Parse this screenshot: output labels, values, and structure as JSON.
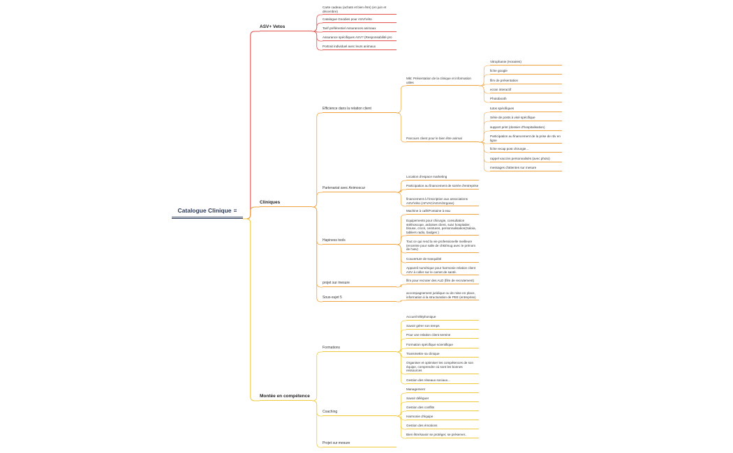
{
  "root": {
    "label": "Catalogue Clinique",
    "icon": "menu-icon"
  },
  "colors": {
    "red": "#e0504c",
    "orange": "#f0a23c",
    "yellow": "#f0c93a",
    "root": "#2c3a5a"
  },
  "branches": [
    {
      "label": "ASV+ Vetos",
      "children": [
        {
          "label": "Carte cadeau (achats et bien être) (en juin et décembre)"
        },
        {
          "label": "Catalogue Goodies pour ASV/Véto"
        },
        {
          "label": "Tarif préférentiel Assurances animaux"
        },
        {
          "label": "Assurance spécifiques ASV? (Responsabilité pro"
        },
        {
          "label": "Portrait individuel avec leurs animaux"
        }
      ]
    },
    {
      "label": "Cliniques",
      "children": [
        {
          "label": "Efficience dans la relation client",
          "children": [
            {
              "label": "Mkt: Présentation de la clinique et information utiles",
              "children": [
                {
                  "label": "Vitrophanie (Horaires)"
                },
                {
                  "label": "fiche google"
                },
                {
                  "label": "film de présentation"
                },
                {
                  "label": "ecran interactif"
                },
                {
                  "label": "Photobooth"
                }
              ]
            },
            {
              "label": "Parcours client pour le bien être animal",
              "children": [
                {
                  "label": "tutos spécifiques"
                },
                {
                  "label": "Série de posts à visé spécifique"
                },
                {
                  "label": "support print (dossier d'hospitalisation)"
                },
                {
                  "label": "Participation au financement de la prise de rdv en ligne"
                },
                {
                  "label": "fiche recap post chirurgie..."
                },
                {
                  "label": "rappel vaccins personnalisés (avec photo)"
                },
                {
                  "label": "messages d'attentes sur mesure"
                }
              ]
            }
          ]
        },
        {
          "label": "Partenariat avec Animoscur",
          "children": [
            {
              "label": "Location d'espace marketing"
            },
            {
              "label": "Participation au financement de soirée d'entreprise"
            },
            {
              "label": "financement à l'inscription aux associations ASV/Véto (AFVAC/ASVA/Srgone)"
            }
          ]
        },
        {
          "label": "Hapiness tools",
          "children": [
            {
              "label": "Machine à café/Fontaine à eau"
            },
            {
              "label": "Equipements pour chirurgie, consultation stéthoscope, ardoises client, suivi hospitalier, blouse, crocs, ceintures, personnalisation(Saloia, tabliers radio, badges )"
            },
            {
              "label": "Tout ce qui rend la vie professionelle meilleure (enceinte pour salle de chkt/mug avec le prénom de l'asv)"
            },
            {
              "label": "Couverture de tranquilité"
            },
            {
              "label": "Appareil numérique pour harmonie relation client ASV à coller sur le carnet de santé."
            }
          ]
        },
        {
          "label": "projet sur mesure",
          "children": [
            {
              "label": "film pour recruter des ALD (film de recrutement)"
            }
          ]
        },
        {
          "label": "Sous-sujet 5",
          "children": [
            {
              "label": "accompagnement juridique ou de mise en place, information à la structuration de PEE (entreprise)"
            }
          ]
        }
      ]
    },
    {
      "label": "Montée en compétence",
      "children": [
        {
          "label": "Formations",
          "children": [
            {
              "label": "Accueil téléphonique"
            },
            {
              "label": "Savoir gérer son temps"
            },
            {
              "label": "Pour une relation client sereine"
            },
            {
              "label": "Formation spécifique scientifique"
            },
            {
              "label": "Transmettre sa clinique"
            },
            {
              "label": "Organiser et optimiser les compétences de son équipe, comprendre où sont les bonnes ressources"
            },
            {
              "label": "Gestion des réseaux sociaux..."
            }
          ]
        },
        {
          "label": "Coaching",
          "children": [
            {
              "label": "Management"
            },
            {
              "label": "Savoir déléguer"
            },
            {
              "label": "Gestion des conflits"
            },
            {
              "label": "Harmonie d'équipe"
            },
            {
              "label": "Gestion des émotions"
            },
            {
              "label": "Bien être/savoir se protéger, se préserver.."
            }
          ]
        },
        {
          "label": "Projet sur mesure"
        }
      ]
    }
  ]
}
